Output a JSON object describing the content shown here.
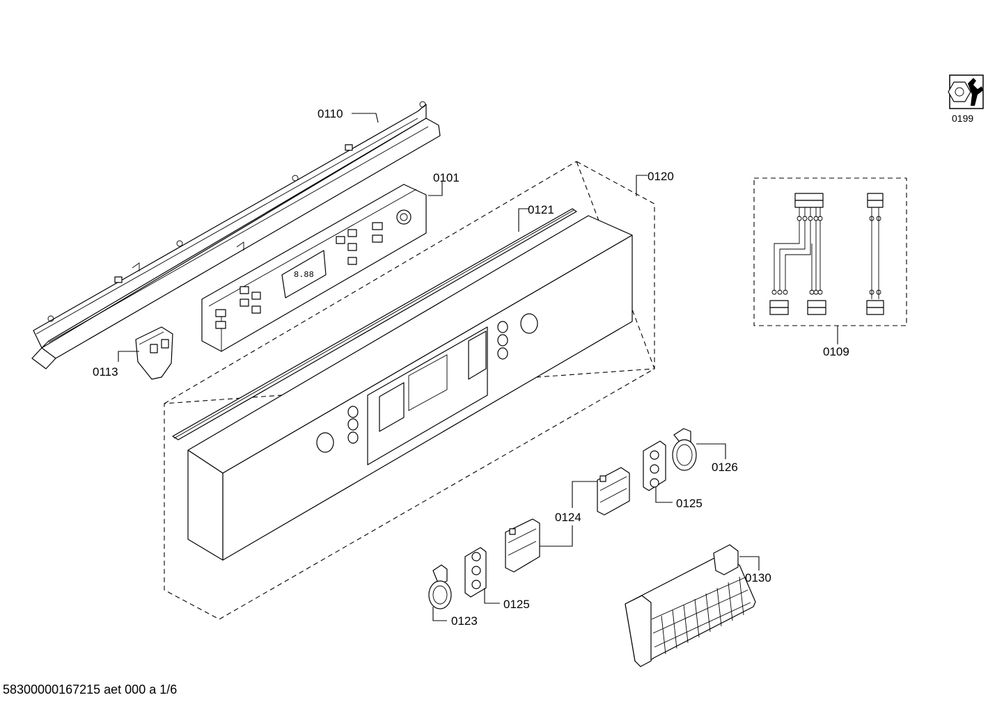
{
  "labels": {
    "p0110": "0110",
    "p0101": "0101",
    "p0120": "0120",
    "p0121": "0121",
    "p0113": "0113",
    "p0109": "0109",
    "p0199": "0199",
    "p0126": "0126",
    "p0125a": "0125",
    "p0124": "0124",
    "p0125b": "0125",
    "p0123": "0123",
    "p0130": "0130"
  },
  "footer": {
    "code": "58300000167215 aet 000 a 1/6"
  },
  "icons": {
    "service": "wrench-nut-icon"
  }
}
